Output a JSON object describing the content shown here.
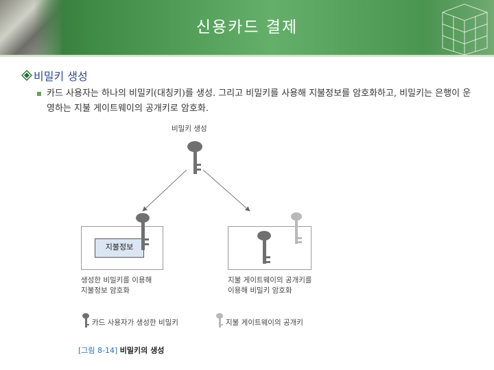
{
  "header": {
    "title": "신용카드 결제"
  },
  "section": {
    "heading": "비밀키 생성",
    "bullet_icon": "diamond-bullet-icon",
    "bullet_text": "카드 사용자는 하나의 비밀키(대칭키)를 생성. 그리고 비밀키를 사용해 지불정보를 암호화하고, 비밀키는 은행이 운영하는 지불 게이트웨이의 공개키로 암호화."
  },
  "figure": {
    "top_label": "비밀키 생성",
    "left_box_label": "지불정보",
    "left_caption": "생성한 비밀키를 이용해\n지불정보 암호화",
    "right_caption": "지불 게이트웨이의 공개키를\n이용해 비밀키 암호화",
    "legend": [
      {
        "icon": "dark-key-icon",
        "label": "카드 사용자가 생성한 비밀키"
      },
      {
        "icon": "light-key-icon",
        "label": "지불 게이트웨이의 공개키"
      }
    ],
    "caption_prefix": "[그림 8-14]",
    "caption_title": "비밀키의 생성",
    "colors": {
      "secret_key": "#707070",
      "public_key": "#b9b9b9",
      "payinfo_fill": "#dbe6f3"
    }
  }
}
